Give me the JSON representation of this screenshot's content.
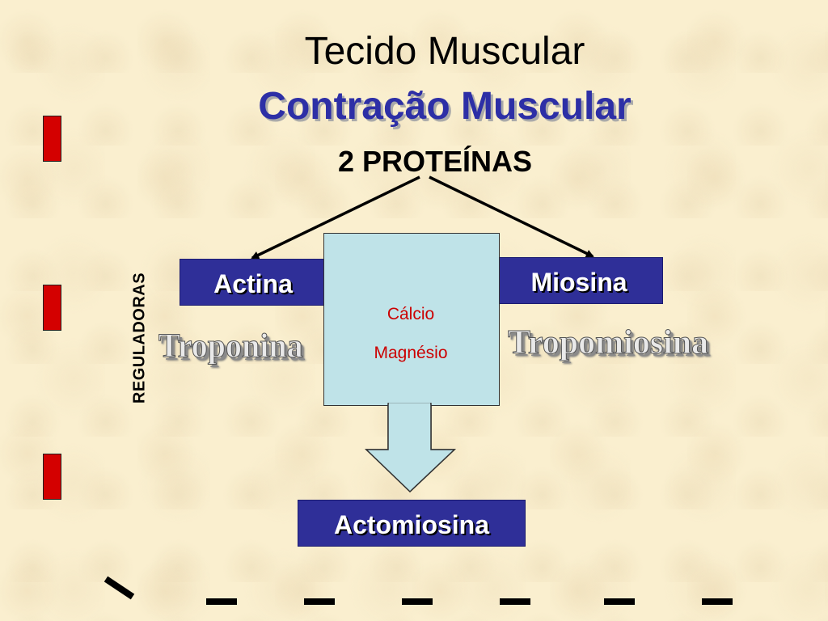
{
  "title": "Tecido Muscular",
  "subtitle": "Contração Muscular",
  "heading": "2 PROTEÍNAS",
  "nodes": {
    "actina": "Actina",
    "miosina": "Miosina",
    "actomiosina": "Actomiosina"
  },
  "center_box": {
    "line1": "Cálcio",
    "line2": "Magnésio"
  },
  "side_label": "REGULADORAS",
  "regulators": {
    "left": "Troponina",
    "right": "Tropomiosina"
  },
  "colors": {
    "title_blue": "#2d2fa6",
    "box_blue": "#2f2f98",
    "center_box": "#bfe3e8",
    "ion_text": "#cc0000",
    "bullet_red": "#d40000",
    "background": "#faefcf"
  }
}
